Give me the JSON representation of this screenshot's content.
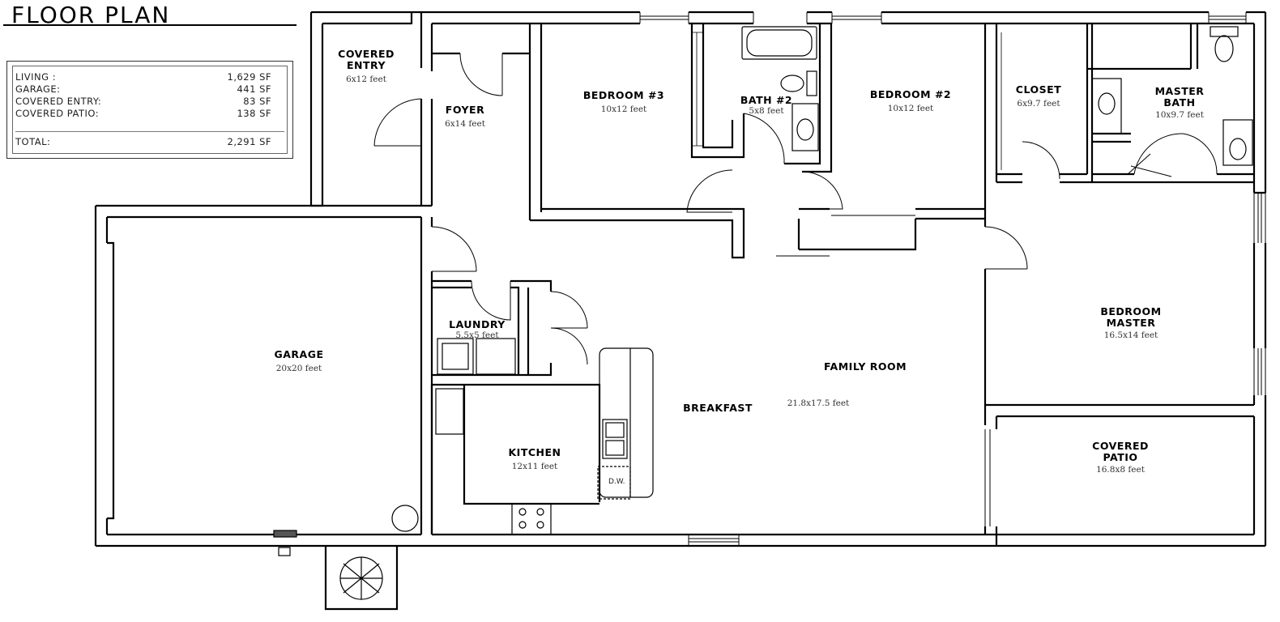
{
  "title": "FLOOR PLAN",
  "area_summary": {
    "rows": [
      {
        "label": "LIVING :",
        "value": "1,629 SF"
      },
      {
        "label": "GARAGE:",
        "value": "441 SF"
      },
      {
        "label": "COVERED ENTRY:",
        "value": "83 SF"
      },
      {
        "label": "COVERED PATIO:",
        "value": "138 SF"
      }
    ],
    "total": {
      "label": "TOTAL:",
      "value": "2,291 SF"
    }
  },
  "rooms": {
    "covered_entry": {
      "name_1": "COVERED",
      "name_2": "ENTRY",
      "size": "6x12 feet"
    },
    "foyer": {
      "name": "FOYER",
      "size": "6x14 feet"
    },
    "bedroom3": {
      "name": "BEDROOM #3",
      "size": "10x12 feet"
    },
    "bath2": {
      "name": "BATH #2",
      "size": "5x8 feet"
    },
    "bedroom2": {
      "name": "BEDROOM #2",
      "size": "10x12 feet"
    },
    "closet": {
      "name": "CLOSET",
      "size": "6x9.7 feet"
    },
    "master_bath": {
      "name_1": "MASTER",
      "name_2": "BATH",
      "size": "10x9.7 feet"
    },
    "garage": {
      "name": "GARAGE",
      "size": "20x20 feet"
    },
    "laundry": {
      "name": "LAUNDRY",
      "size": "5.5x5 feet"
    },
    "kitchen": {
      "name": "KITCHEN",
      "size": "12x11 feet"
    },
    "breakfast": {
      "name": "BREAKFAST"
    },
    "family_room": {
      "name": "FAMILY ROOM",
      "size": "21.8x17.5 feet"
    },
    "bedroom_master": {
      "name_1": "BEDROOM",
      "name_2": "MASTER",
      "size": "16.5x14 feet"
    },
    "covered_patio": {
      "name_1": "COVERED",
      "name_2": "PATIO",
      "size": "16.8x8 feet"
    }
  },
  "fixtures": {
    "dishwasher": "D.W."
  }
}
